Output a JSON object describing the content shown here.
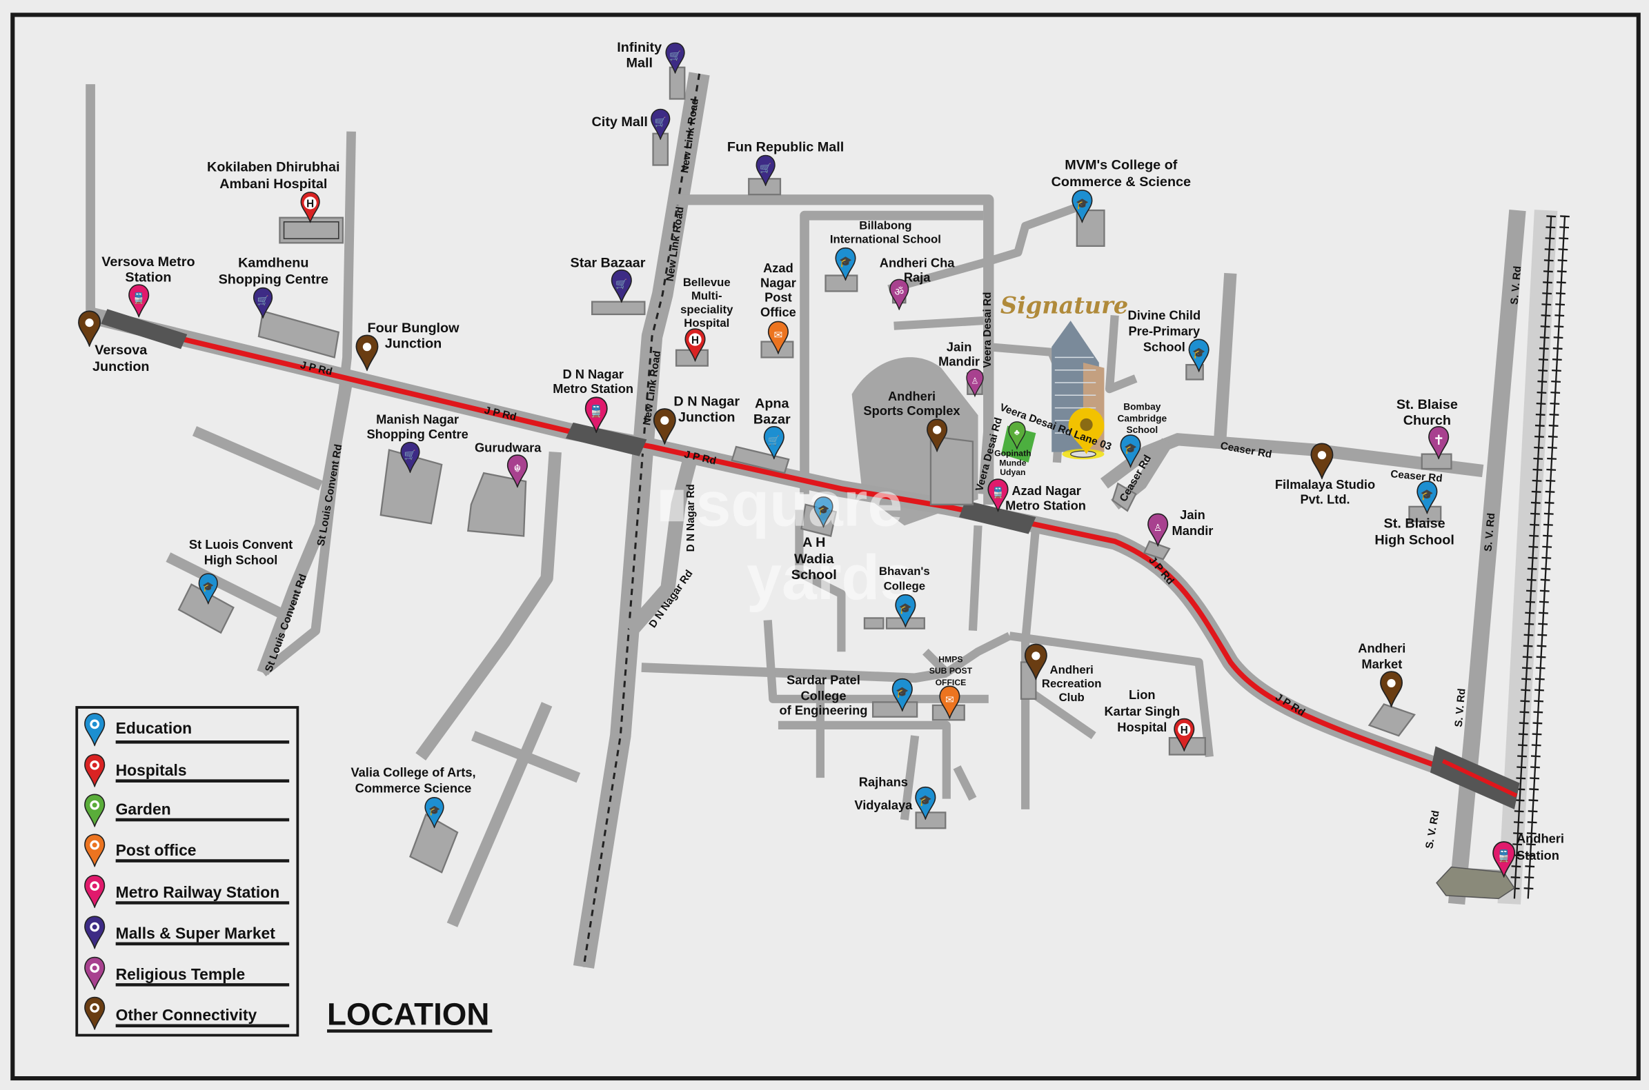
{
  "title": "LOCATION",
  "watermark": [
    "square",
    "yards"
  ],
  "project": {
    "name": "Signature",
    "marker_color": "#f2c200"
  },
  "colors": {
    "background": "#ececec",
    "road": "#a3a3a3",
    "metro_line": "#e0161b",
    "metro_station_deck": "#555555",
    "border": "#1a1a1a",
    "education": "#1d8fd1",
    "hospitals": "#d92323",
    "garden": "#5aad3a",
    "post_office": "#ec7420",
    "metro_railway_station": "#e01a6c",
    "malls_super_market": "#3d2b85",
    "religious_temple": "#a8418f",
    "other_connectivity": "#6a3d12"
  },
  "legend": {
    "items": [
      {
        "label": "Education",
        "category": "education"
      },
      {
        "label": "Hospitals",
        "category": "hospitals"
      },
      {
        "label": "Garden",
        "category": "garden"
      },
      {
        "label": "Post office",
        "category": "post_office"
      },
      {
        "label": "Metro Railway Station",
        "category": "metro_railway_station"
      },
      {
        "label": "Malls & Super Market",
        "category": "malls_super_market"
      },
      {
        "label": "Religious Temple",
        "category": "religious_temple"
      },
      {
        "label": "Other Connectivity",
        "category": "other_connectivity"
      }
    ]
  },
  "roads": {
    "jp_rd": "J P Rd",
    "new_link_road": "New Link Road",
    "st_louis_convent_rd": "St Louis Convent Rd",
    "dn_nagar_rd": "D N Nagar Rd",
    "veera_desai_rd": "Veera Desai Rd",
    "veera_desai_rd_lane": "Veera Desai Rd Lane 03",
    "ceaser_rd": "Ceaser Rd",
    "sv_rd": "S. V. Rd"
  },
  "places": [
    {
      "id": "infinity-mall",
      "lines": [
        "Infinity",
        "Mall"
      ],
      "category": "malls_super_market",
      "icon": "cart"
    },
    {
      "id": "city-mall",
      "lines": [
        "City Mall"
      ],
      "category": "malls_super_market",
      "icon": "cart"
    },
    {
      "id": "fun-republic-mall",
      "lines": [
        "Fun Republic Mall"
      ],
      "category": "malls_super_market",
      "icon": "cart"
    },
    {
      "id": "mvm-college",
      "lines": [
        "MVM's College of",
        "Commerce & Science"
      ],
      "category": "education",
      "icon": "graduation-cap"
    },
    {
      "id": "kokilaben-hospital",
      "lines": [
        "Kokilaben Dhirubhai",
        "Ambani Hospital"
      ],
      "category": "hospitals",
      "icon": "H"
    },
    {
      "id": "versova-metro",
      "lines": [
        "Versova Metro",
        "Station"
      ],
      "category": "metro_railway_station",
      "icon": "train"
    },
    {
      "id": "kamdhenu",
      "lines": [
        "Kamdhenu",
        "Shopping Centre"
      ],
      "category": "malls_super_market",
      "icon": "cart"
    },
    {
      "id": "versova-junction",
      "lines": [
        "Versova",
        "Junction"
      ],
      "category": "other_connectivity",
      "icon": "dot"
    },
    {
      "id": "four-bunglow",
      "lines": [
        "Four Bunglow",
        "Junction"
      ],
      "category": "other_connectivity",
      "icon": "dot"
    },
    {
      "id": "star-bazaar",
      "lines": [
        "Star Bazaar"
      ],
      "category": "malls_super_market",
      "icon": "cart"
    },
    {
      "id": "bellevue-hospital",
      "lines": [
        "Bellevue",
        "Multi-",
        "speciality",
        "Hospital"
      ],
      "category": "hospitals",
      "icon": "H"
    },
    {
      "id": "azad-nagar-po",
      "lines": [
        "Azad",
        "Nagar",
        "Post",
        "Office"
      ],
      "category": "post_office",
      "icon": "envelope"
    },
    {
      "id": "billabong",
      "lines": [
        "Billabong",
        "International School"
      ],
      "category": "education",
      "icon": "graduation-cap"
    },
    {
      "id": "andheri-cha-raja",
      "lines": [
        "Andheri Cha",
        "Raja"
      ],
      "category": "religious_temple",
      "icon": "om"
    },
    {
      "id": "jain-mandir-1",
      "lines": [
        "Jain",
        "Mandir"
      ],
      "category": "religious_temple",
      "icon": "jain"
    },
    {
      "id": "divine-child",
      "lines": [
        "Divine Child",
        "Pre-Primary",
        "School"
      ],
      "category": "education",
      "icon": "graduation-cap"
    },
    {
      "id": "dn-nagar-metro",
      "lines": [
        "D N Nagar",
        "Metro Station"
      ],
      "category": "metro_railway_station",
      "icon": "train"
    },
    {
      "id": "dn-nagar-junction",
      "lines": [
        "D N Nagar",
        "Junction"
      ],
      "category": "other_connectivity",
      "icon": "dot"
    },
    {
      "id": "apna-bazar",
      "lines": [
        "Apna",
        "Bazar"
      ],
      "category": "education",
      "icon": "cart"
    },
    {
      "id": "andheri-sports",
      "lines": [
        "Andheri",
        "Sports Complex"
      ],
      "category": "other_connectivity",
      "icon": "dot"
    },
    {
      "id": "gopinath",
      "lines": [
        "Gopinath",
        "Munde",
        "Udyan"
      ],
      "category": "garden",
      "icon": "park"
    },
    {
      "id": "bombay-cambridge",
      "lines": [
        "Bombay",
        "Cambridge",
        "School"
      ],
      "category": "education",
      "icon": "graduation-cap"
    },
    {
      "id": "st-blaise-church",
      "lines": [
        "St. Blaise",
        "Church"
      ],
      "category": "religious_temple",
      "icon": "cross"
    },
    {
      "id": "filmalaya",
      "lines": [
        "Filmalaya Studio",
        "Pvt. Ltd."
      ],
      "category": "other_connectivity",
      "icon": "dot"
    },
    {
      "id": "st-blaise-school",
      "lines": [
        "St. Blaise",
        "High School"
      ],
      "category": "education",
      "icon": "graduation-cap"
    },
    {
      "id": "manish-nagar",
      "lines": [
        "Manish Nagar",
        "Shopping Centre"
      ],
      "category": "malls_super_market",
      "icon": "cart"
    },
    {
      "id": "gurudwara",
      "lines": [
        "Gurudwara"
      ],
      "category": "religious_temple",
      "icon": "khanda"
    },
    {
      "id": "st-luois",
      "lines": [
        "St Luois Convent",
        "High School"
      ],
      "category": "education",
      "icon": "graduation-cap"
    },
    {
      "id": "ah-wadia",
      "lines": [
        "A H",
        "Wadia",
        "School"
      ],
      "category": "education",
      "icon": "graduation-cap"
    },
    {
      "id": "azad-nagar-metro",
      "lines": [
        "Azad Nagar",
        "Metro Station"
      ],
      "category": "metro_railway_station",
      "icon": "train"
    },
    {
      "id": "jain-mandir-2",
      "lines": [
        "Jain",
        "Mandir"
      ],
      "category": "religious_temple",
      "icon": "jain"
    },
    {
      "id": "bhavans",
      "lines": [
        "Bhavan's",
        "College"
      ],
      "category": "education",
      "icon": "graduation-cap"
    },
    {
      "id": "sardar-patel",
      "lines": [
        "Sardar Patel",
        "College",
        "of Engineering"
      ],
      "category": "education",
      "icon": "graduation-cap"
    },
    {
      "id": "hmps-po",
      "lines": [
        "HMPS",
        "SUB POST",
        "OFFICE"
      ],
      "category": "post_office",
      "icon": "envelope"
    },
    {
      "id": "andheri-recreation",
      "lines": [
        "Andheri",
        "Recreation",
        "Club"
      ],
      "category": "other_connectivity",
      "icon": "dot"
    },
    {
      "id": "lion-kartar",
      "lines": [
        "Lion",
        "Kartar Singh",
        "Hospital"
      ],
      "category": "hospitals",
      "icon": "H"
    },
    {
      "id": "andheri-market",
      "lines": [
        "Andheri",
        "Market"
      ],
      "category": "other_connectivity",
      "icon": "dot"
    },
    {
      "id": "valia",
      "lines": [
        "Valia College of Arts,",
        "Commerce Science"
      ],
      "category": "education",
      "icon": "graduation-cap"
    },
    {
      "id": "rajhans",
      "lines": [
        "Rajhans",
        "Vidyalaya"
      ],
      "category": "education",
      "icon": "graduation-cap"
    },
    {
      "id": "andheri-station",
      "lines": [
        "Andheri",
        "Station"
      ],
      "category": "metro_railway_station",
      "icon": "train"
    }
  ]
}
